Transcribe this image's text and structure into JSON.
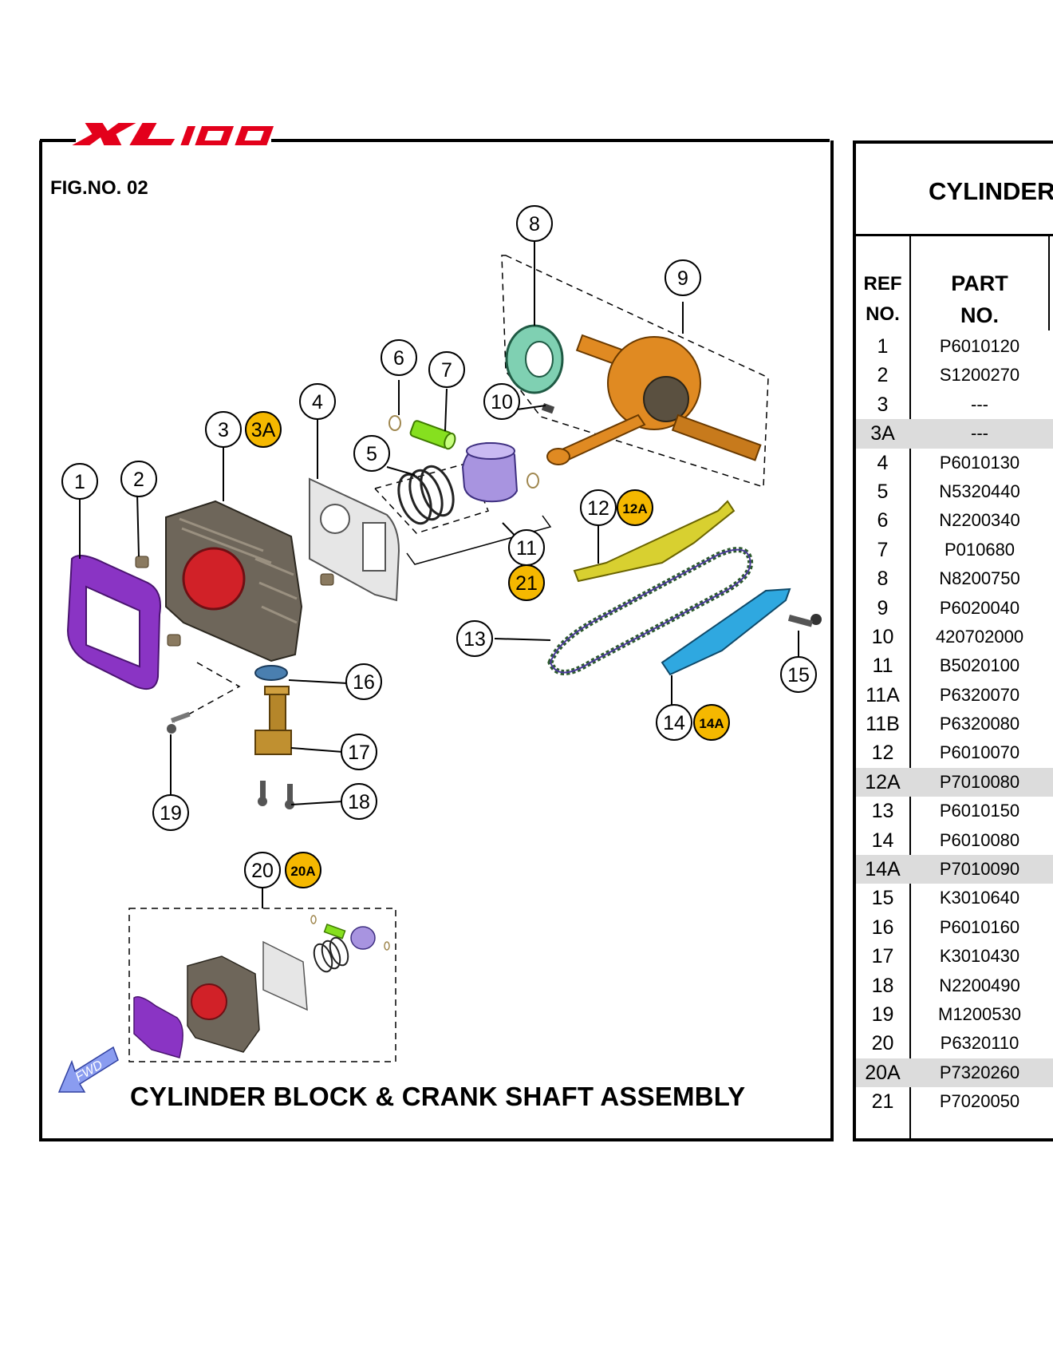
{
  "brand": {
    "logo_text": "XL100",
    "logo_color": "#e3001b"
  },
  "left": {
    "fig_no": "FIG.NO. 02",
    "assembly_title": "CYLINDER BLOCK & CRANK SHAFT ASSEMBLY",
    "fwd_label": "FWD",
    "callouts": [
      "1",
      "2",
      "3",
      "3A",
      "4",
      "5",
      "6",
      "7",
      "8",
      "9",
      "10",
      "11",
      "21",
      "12",
      "12A",
      "13",
      "14",
      "14A",
      "15",
      "16",
      "17",
      "18",
      "19",
      "20",
      "20A"
    ]
  },
  "right": {
    "title": "CYLINDER",
    "header": {
      "ref_line1": "REF",
      "ref_line2": "NO.",
      "part_line1": "PART",
      "part_line2": "NO."
    },
    "rows": [
      {
        "ref": "1",
        "part": "P6010120",
        "highlight": false
      },
      {
        "ref": "2",
        "part": "S1200270",
        "highlight": false
      },
      {
        "ref": "3",
        "part": "---",
        "highlight": false
      },
      {
        "ref": "3A",
        "part": "---",
        "highlight": true
      },
      {
        "ref": "4",
        "part": "P6010130",
        "highlight": false
      },
      {
        "ref": "5",
        "part": "N5320440",
        "highlight": false
      },
      {
        "ref": "6",
        "part": "N2200340",
        "highlight": false
      },
      {
        "ref": "7",
        "part": "P010680",
        "highlight": false
      },
      {
        "ref": "8",
        "part": "N8200750",
        "highlight": false
      },
      {
        "ref": "9",
        "part": "P6020040",
        "highlight": false
      },
      {
        "ref": "10",
        "part": "420702000",
        "highlight": false
      },
      {
        "ref": "11",
        "part": "B5020100",
        "highlight": false
      },
      {
        "ref": "11A",
        "part": "P6320070",
        "highlight": false
      },
      {
        "ref": "11B",
        "part": "P6320080",
        "highlight": false
      },
      {
        "ref": "12",
        "part": "P6010070",
        "highlight": false
      },
      {
        "ref": "12A",
        "part": "P7010080",
        "highlight": true
      },
      {
        "ref": "13",
        "part": "P6010150",
        "highlight": false
      },
      {
        "ref": "14",
        "part": "P6010080",
        "highlight": false
      },
      {
        "ref": "14A",
        "part": "P7010090",
        "highlight": true
      },
      {
        "ref": "15",
        "part": "K3010640",
        "highlight": false
      },
      {
        "ref": "16",
        "part": "P6010160",
        "highlight": false
      },
      {
        "ref": "17",
        "part": "K3010430",
        "highlight": false
      },
      {
        "ref": "18",
        "part": "N2200490",
        "highlight": false
      },
      {
        "ref": "19",
        "part": "M1200530",
        "highlight": false
      },
      {
        "ref": "20",
        "part": "P6320110",
        "highlight": false
      },
      {
        "ref": "20A",
        "part": "P7320260",
        "highlight": true
      },
      {
        "ref": "21",
        "part": "P7020050",
        "highlight": false
      }
    ]
  }
}
